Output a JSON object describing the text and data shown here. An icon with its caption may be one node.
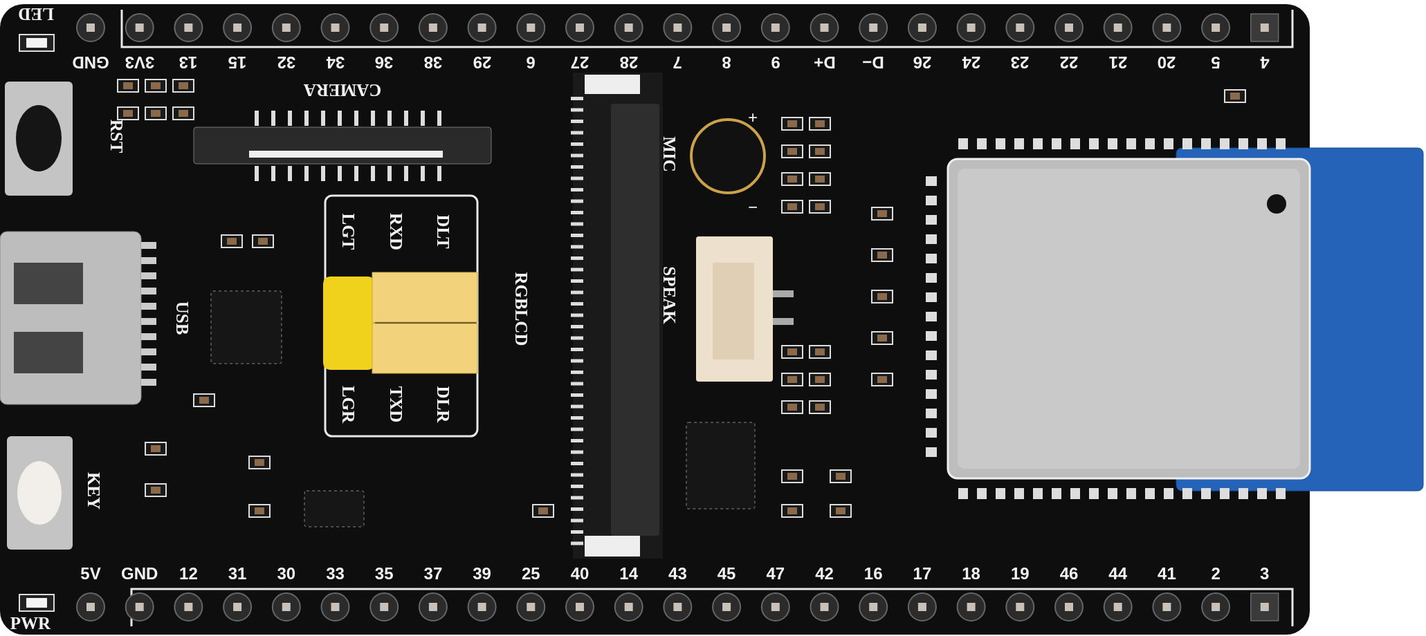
{
  "diagram": {
    "labels": [
      "LED",
      "GND",
      "3V3",
      "13",
      "15",
      "32",
      "34",
      "36",
      "38",
      "29",
      "6",
      "27",
      "28",
      "7",
      "8",
      "9",
      "D+",
      "D−",
      "26",
      "24",
      "23",
      "22",
      "21",
      "20",
      "5",
      "4",
      "CAMERA",
      "RST",
      "+",
      "MIC",
      "LGT",
      "RXD",
      "DLT",
      "USB",
      "RGBLCD",
      "SPEAK",
      "−",
      "LGR",
      "TXD",
      "DLR",
      "KEY",
      "PWR",
      "5V",
      "GND",
      "12",
      "31",
      "30",
      "33",
      "35",
      "37",
      "39",
      "25",
      "40",
      "14",
      "43",
      "45",
      "47",
      "42",
      "16",
      "17",
      "18",
      "19",
      "46",
      "44",
      "41",
      "2",
      "3"
    ]
  }
}
